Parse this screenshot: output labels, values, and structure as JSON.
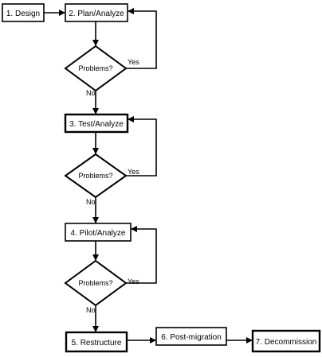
{
  "steps": {
    "design": "1. Design",
    "plan": "2. Plan/Analyze",
    "test": "3. Test/Analyze",
    "pilot": "4. Pilot/Analyze",
    "restructure": "5. Restructure",
    "post_migration": "6. Post-migration",
    "decommission": "7. Decommission"
  },
  "decisions": {
    "d1": {
      "question": "Problems?",
      "yes": "Yes",
      "no": "No"
    },
    "d2": {
      "question": "Problems?",
      "yes": "Yes",
      "no": "No"
    },
    "d3": {
      "question": "Problems?",
      "yes": "Yes",
      "no": "No"
    }
  }
}
